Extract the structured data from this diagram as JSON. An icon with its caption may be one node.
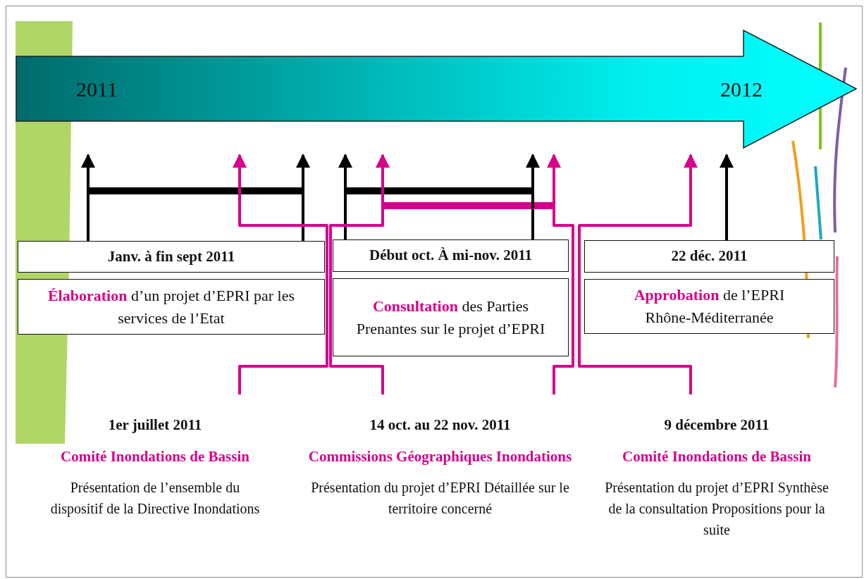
{
  "diagram": {
    "nodes": [
      {
        "text": [
          "2011",
          "2012"
        ]
      },
      {
        "text": [
          "Janv. à fin sept 2011"
        ]
      },
      {
        "text": [
          "**Élaboration** d’un projet d’EPRI par les services de l’Etat"
        ]
      },
      {
        "text": [
          "Début oct. À mi-nov. 2011"
        ]
      },
      {
        "text": [
          "**Consultation** des Parties Prenantes sur le projet d’EPRI"
        ]
      },
      {
        "text": [
          "22 déc. 2011"
        ]
      },
      {
        "text": [
          "**Approbation** de l’EPRI Rhône-Méditerranée"
        ]
      },
      {
        "text": [
          "1er juillet 2011",
          "Comité Inondations de Bassin",
          "Présentation de l’ensemble du dispositif de la Directive Inondations"
        ]
      },
      {
        "text": [
          "14 oct. au 22 nov. 2011",
          "Commissions Géographiques Inondations",
          "Présentation du projet d’EPRI Détaillée sur le territoire concerné"
        ]
      },
      {
        "text": [
          "9 décembre 2011",
          "Comité Inondations de Bassin",
          "Présentation du projet d’EPRI Synthèse de la consultation Propositions pour la suite"
        ]
      }
    ],
    "edges": [
      {
        "from": 1,
        "to": 0,
        "arrow": "to"
      },
      {
        "from": 1,
        "to": 0,
        "arrow": "to"
      },
      {
        "from": 7,
        "to": 0,
        "arrow": "to",
        "color": "#d6008c"
      },
      {
        "from": 3,
        "to": 0,
        "arrow": "to"
      },
      {
        "from": 3,
        "to": 0,
        "arrow": "to"
      },
      {
        "from": 8,
        "to": 0,
        "arrow": "to",
        "color": "#d6008c"
      },
      {
        "from": 8,
        "to": 0,
        "arrow": "to",
        "color": "#d6008c"
      },
      {
        "from": 9,
        "to": 0,
        "arrow": "to",
        "color": "#d6008c"
      },
      {
        "from": 5,
        "to": 0,
        "arrow": "to"
      }
    ]
  }
}
